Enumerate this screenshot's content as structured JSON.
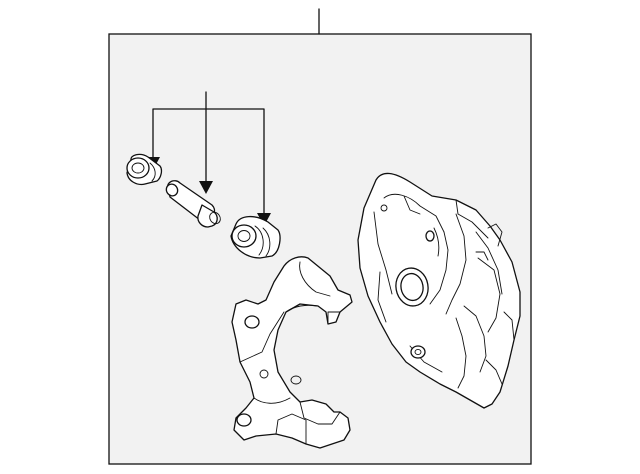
{
  "diagram": {
    "type": "exploded-parts-diagram",
    "background_color": "#ffffff",
    "frame_fill": "#f2f2f2",
    "stroke_color": "#111111",
    "parts": [
      {
        "icon": "guide-pin-boot-icon"
      },
      {
        "icon": "guide-pin-icon"
      },
      {
        "icon": "bushing-boot-icon"
      },
      {
        "icon": "caliper-support-bracket-icon"
      },
      {
        "icon": "brake-caliper-body-icon"
      }
    ],
    "callouts": [
      {
        "icon": "callout-leader-line"
      },
      {
        "icon": "callout-arrow"
      }
    ]
  }
}
